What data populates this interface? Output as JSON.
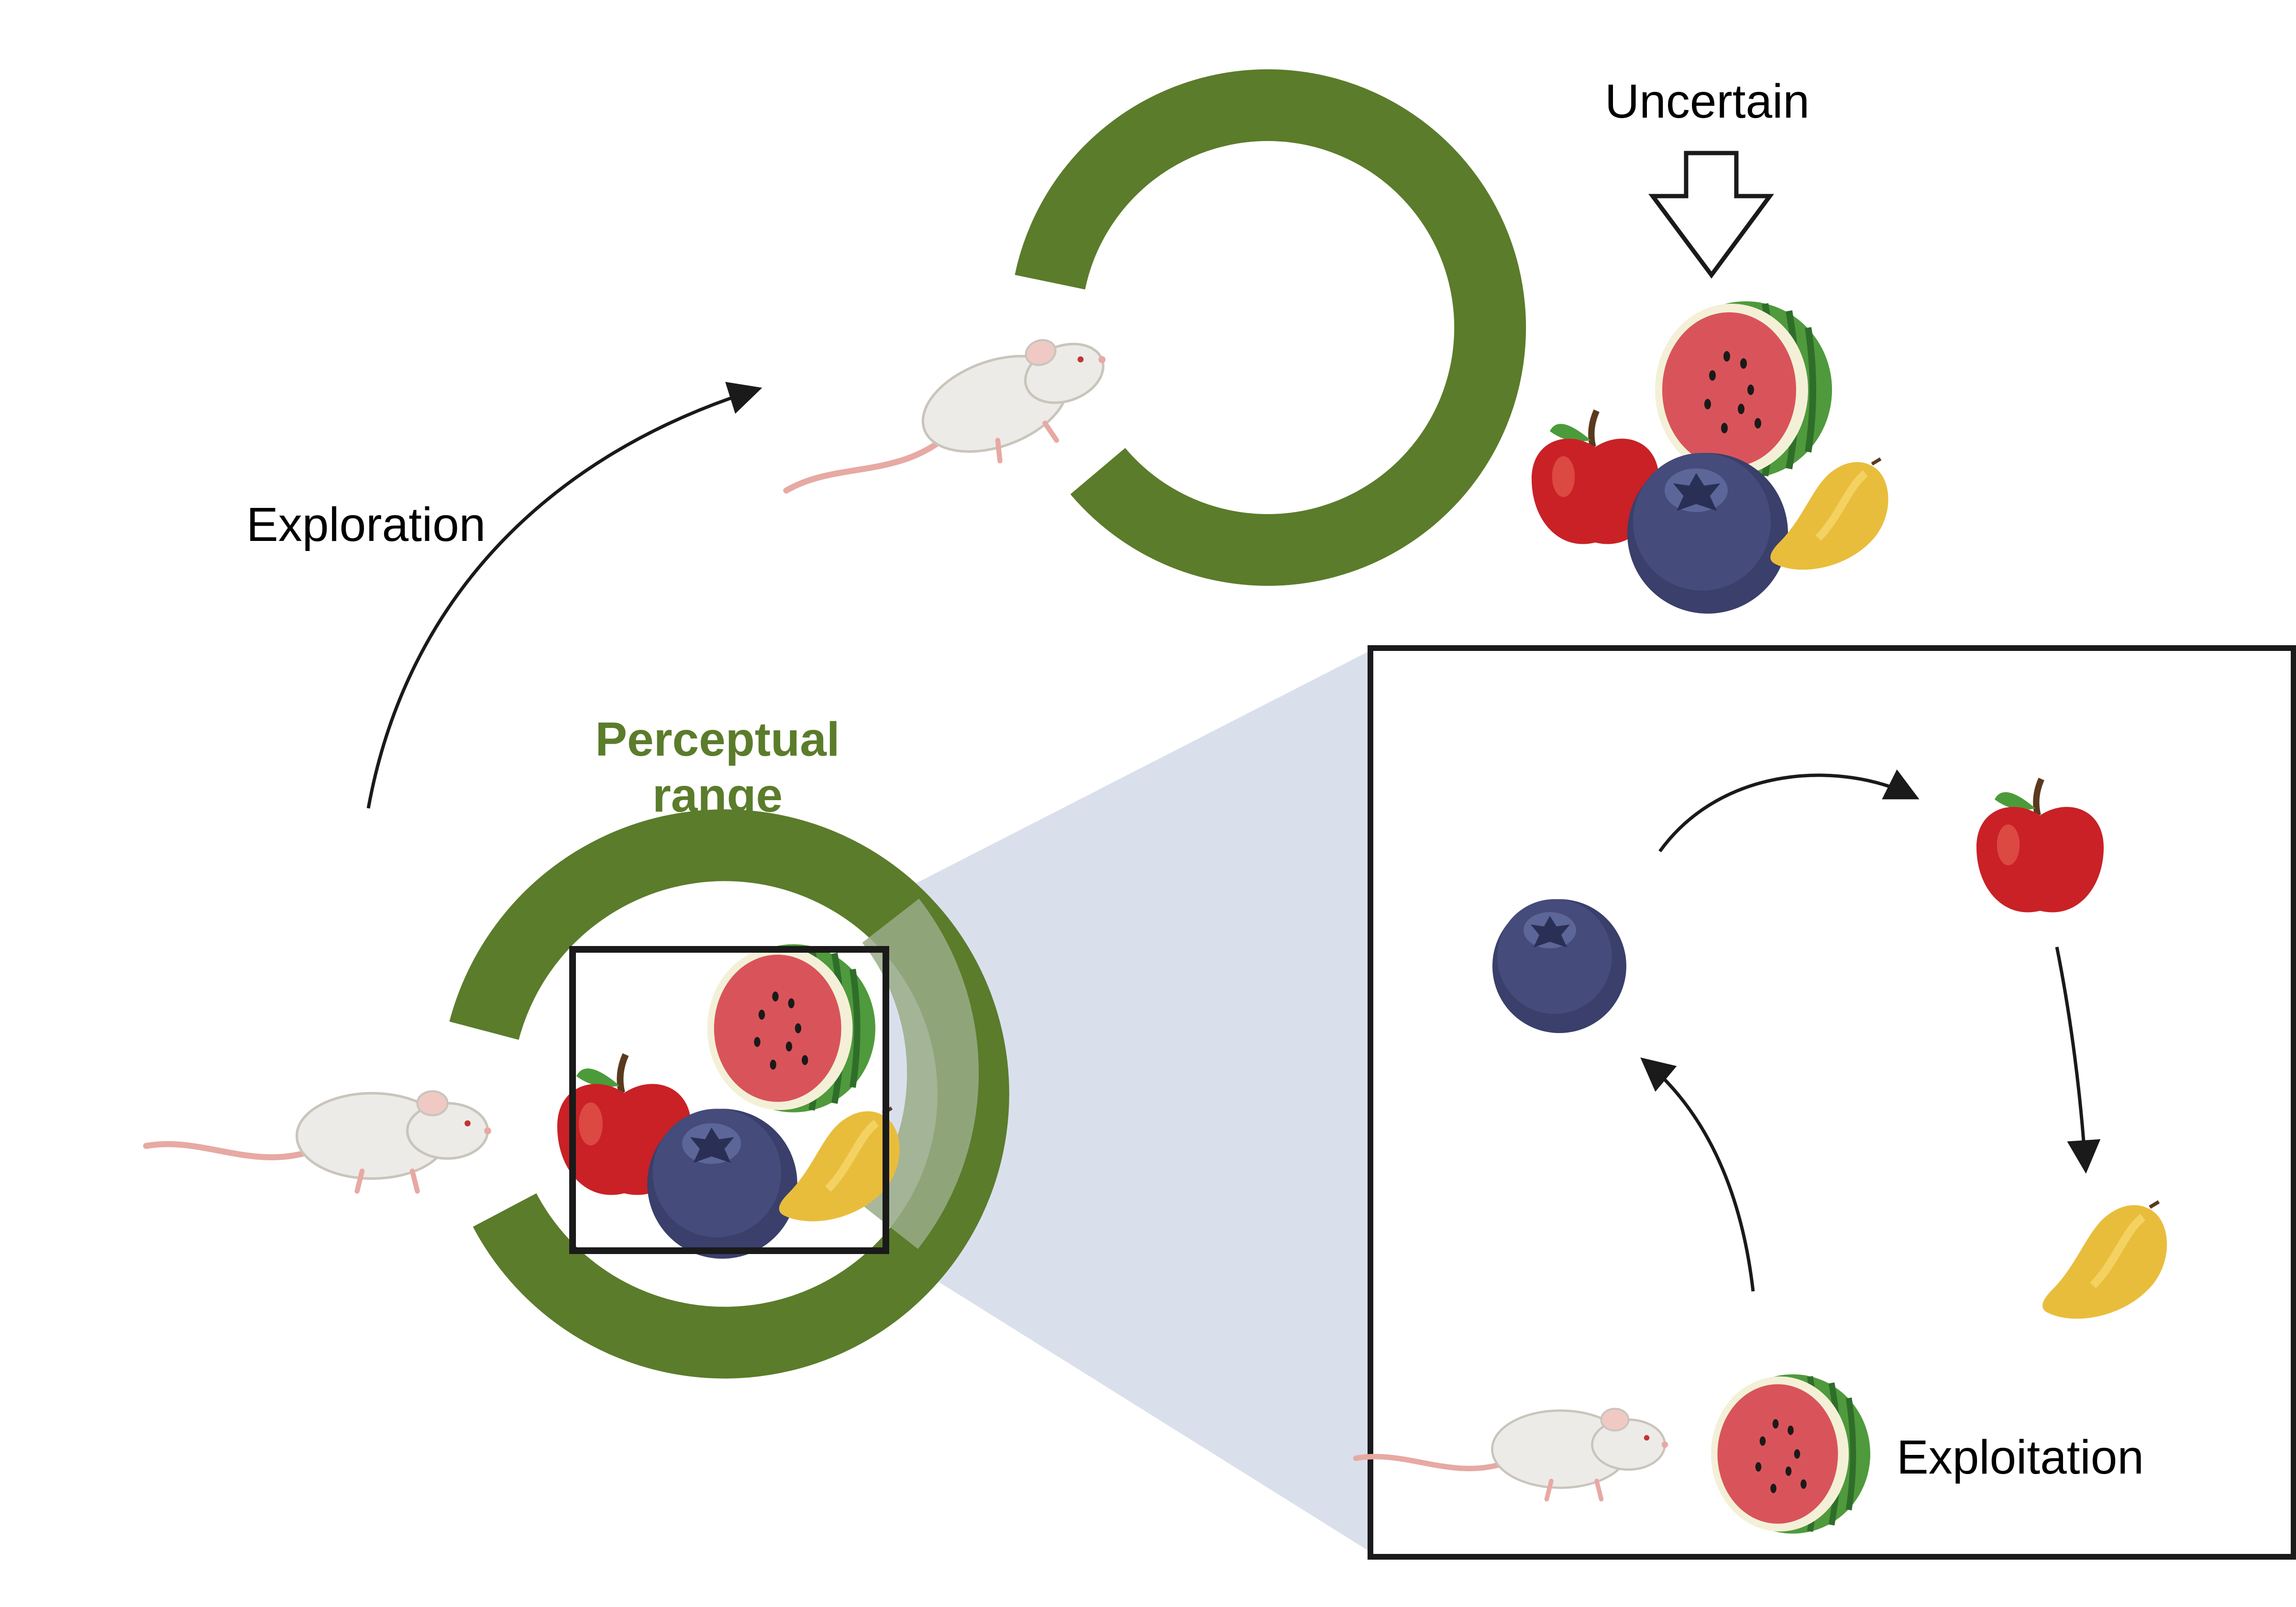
{
  "labels": {
    "exploration": "Exploration",
    "uncertain": "Uncertain",
    "perceptual_range_line1": "Perceptual",
    "perceptual_range_line2": "range",
    "exploitation": "Exploitation"
  },
  "colors": {
    "perceptual_ring": "#5b7c2b",
    "zoom_projection": "#d9e0ec",
    "frame": "#1a1a1a",
    "apple": "#c92126",
    "blueberry": "#3a3f6b",
    "mango": "#e9bd3c",
    "watermelon_flesh": "#d9545a",
    "watermelon_rind": "#4f9a3c",
    "mouse_body": "#ecebe7",
    "mouse_tail": "#e7a9a3"
  },
  "icons": [
    "mouse-icon",
    "watermelon-icon",
    "apple-icon",
    "blueberry-icon",
    "mango-icon",
    "arrow-icon",
    "hollow-down-arrow-icon"
  ]
}
